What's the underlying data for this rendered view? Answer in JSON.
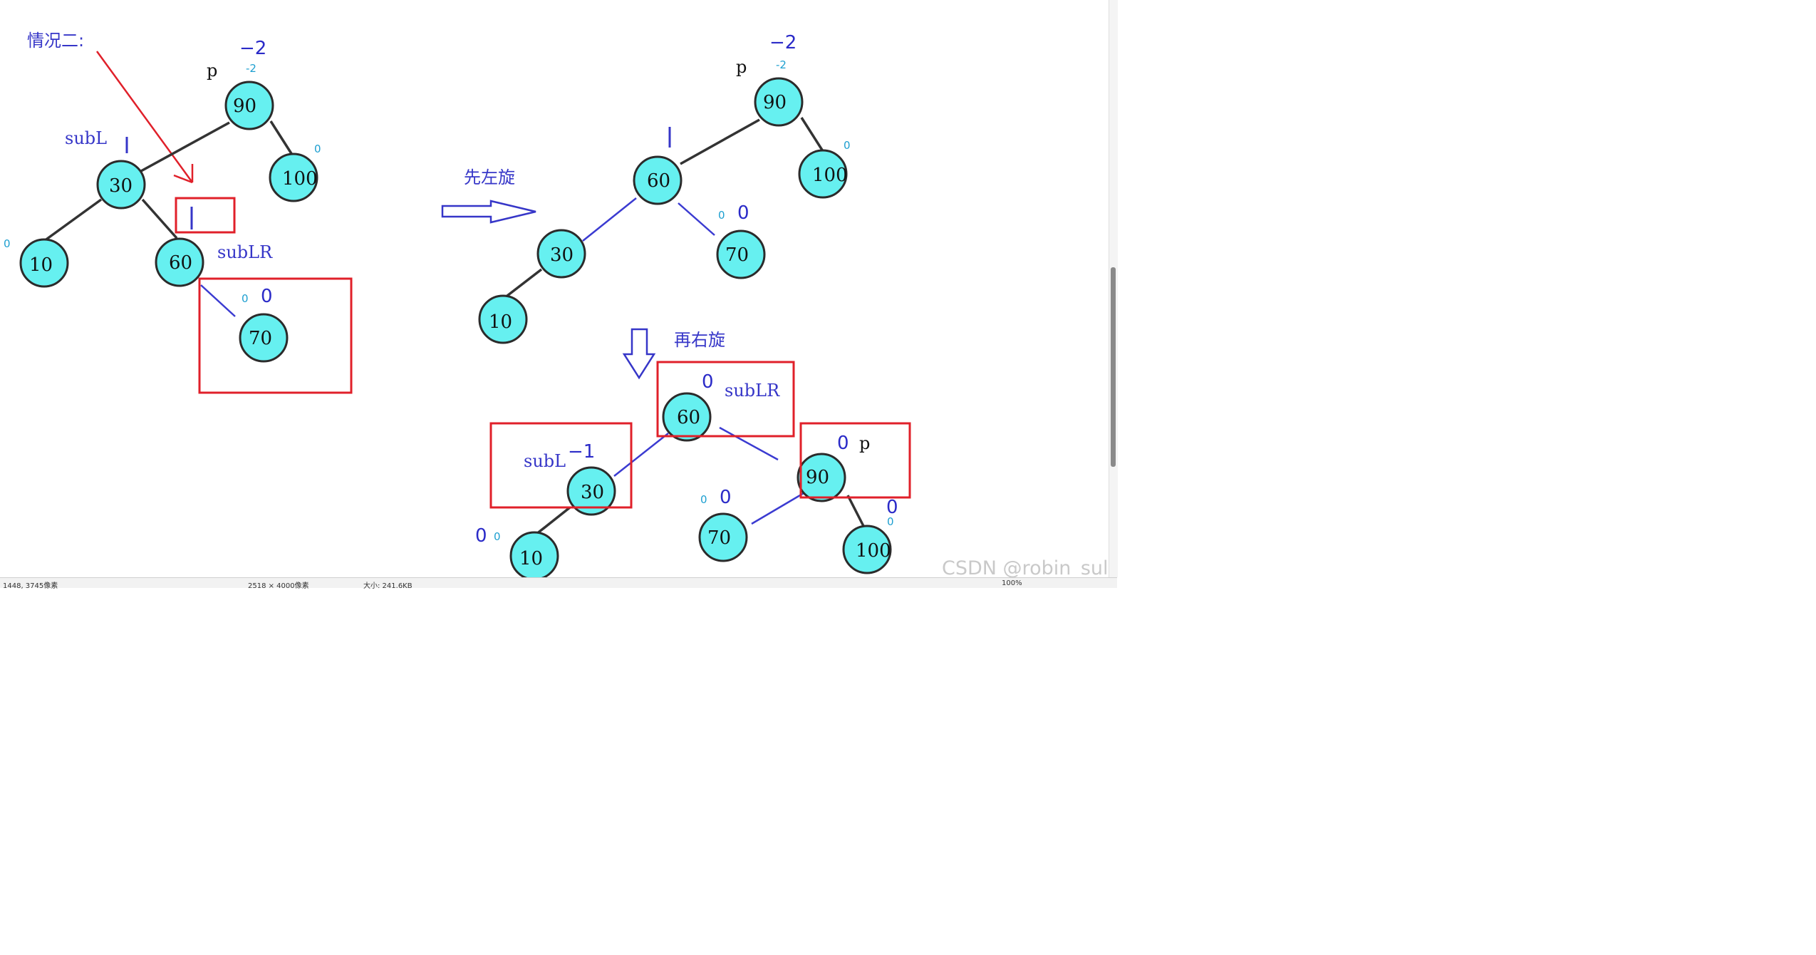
{
  "title": "情况二:",
  "step_labels": {
    "left_rotate": "先左旋",
    "right_rotate": "再右旋"
  },
  "labels": {
    "p": "p",
    "subL": "subL",
    "subLR": "subLR"
  },
  "diagrams": [
    {
      "name": "initial",
      "nodes": [
        {
          "id": "90",
          "label": "90"
        },
        {
          "id": "30",
          "label": "30"
        },
        {
          "id": "100",
          "label": "100"
        },
        {
          "id": "10",
          "label": "10"
        },
        {
          "id": "60",
          "label": "60"
        },
        {
          "id": "70",
          "label": "70"
        }
      ],
      "balance": {
        "p_big": "−2",
        "p_small": "-2",
        "n100": "0",
        "n10": "0",
        "n70_big": "0",
        "n70_small": "0",
        "subL_mark": "|",
        "box_mark": "|"
      }
    },
    {
      "name": "after_left_rotate",
      "nodes": [
        {
          "id": "90",
          "label": "90"
        },
        {
          "id": "60",
          "label": "60"
        },
        {
          "id": "100",
          "label": "100"
        },
        {
          "id": "30",
          "label": "30"
        },
        {
          "id": "70",
          "label": "70"
        },
        {
          "id": "10",
          "label": "10"
        }
      ],
      "balance": {
        "p_big": "−2",
        "p_small": "-2",
        "n100": "0",
        "n70_big": "0",
        "n70_small": "0",
        "n60_mark": "|"
      }
    },
    {
      "name": "after_right_rotate",
      "nodes": [
        {
          "id": "60",
          "label": "60"
        },
        {
          "id": "30",
          "label": "30"
        },
        {
          "id": "90",
          "label": "90"
        },
        {
          "id": "10",
          "label": "10"
        },
        {
          "id": "70",
          "label": "70"
        },
        {
          "id": "100",
          "label": "100"
        }
      ],
      "balance": {
        "n60": "0",
        "n30": "−1",
        "n90": "0",
        "n10_big": "0",
        "n10_small": "0",
        "n70_big": "0",
        "n70_small": "0",
        "n100_big": "0",
        "n100_small": "0"
      }
    }
  ],
  "statusbar": {
    "coords": "1448, 3745像素",
    "dimensions": "2518 × 4000像素",
    "size": "大小: 241.6KB",
    "zoom": "100%"
  },
  "watermark": "CSDN @robin_suli",
  "colors": {
    "node_fill": "#66f0f0",
    "annotation_blue": "#3636c8",
    "box_red": "#e0202a"
  }
}
